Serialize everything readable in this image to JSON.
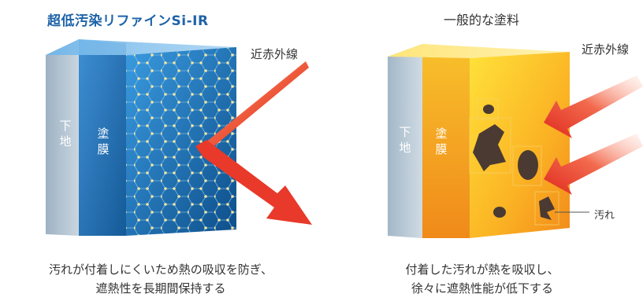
{
  "left": {
    "title": "超低汚染リファインSi-IR",
    "ir_label": "近赤外線",
    "base_label": "下地",
    "coating_label": "塗膜",
    "caption_line1": "汚れが付着しにくいため熱の吸収を防ぎ、",
    "caption_line2": "遮熱性を長期間保持する"
  },
  "right": {
    "title": "一般的な塗料",
    "ir_label": "近赤外線",
    "base_label": "下地",
    "coating_label": "塗膜",
    "dirt_label": "汚れ",
    "caption_line1": "付着した汚れが熱を吸収し、",
    "caption_line2": "徐々に遮熱性能が低下する"
  },
  "colors": {
    "left_title": "#1e63a8",
    "left_coating": "#1f6fb5",
    "right_coating": "#f5a623",
    "arrow": "#e8392a"
  }
}
